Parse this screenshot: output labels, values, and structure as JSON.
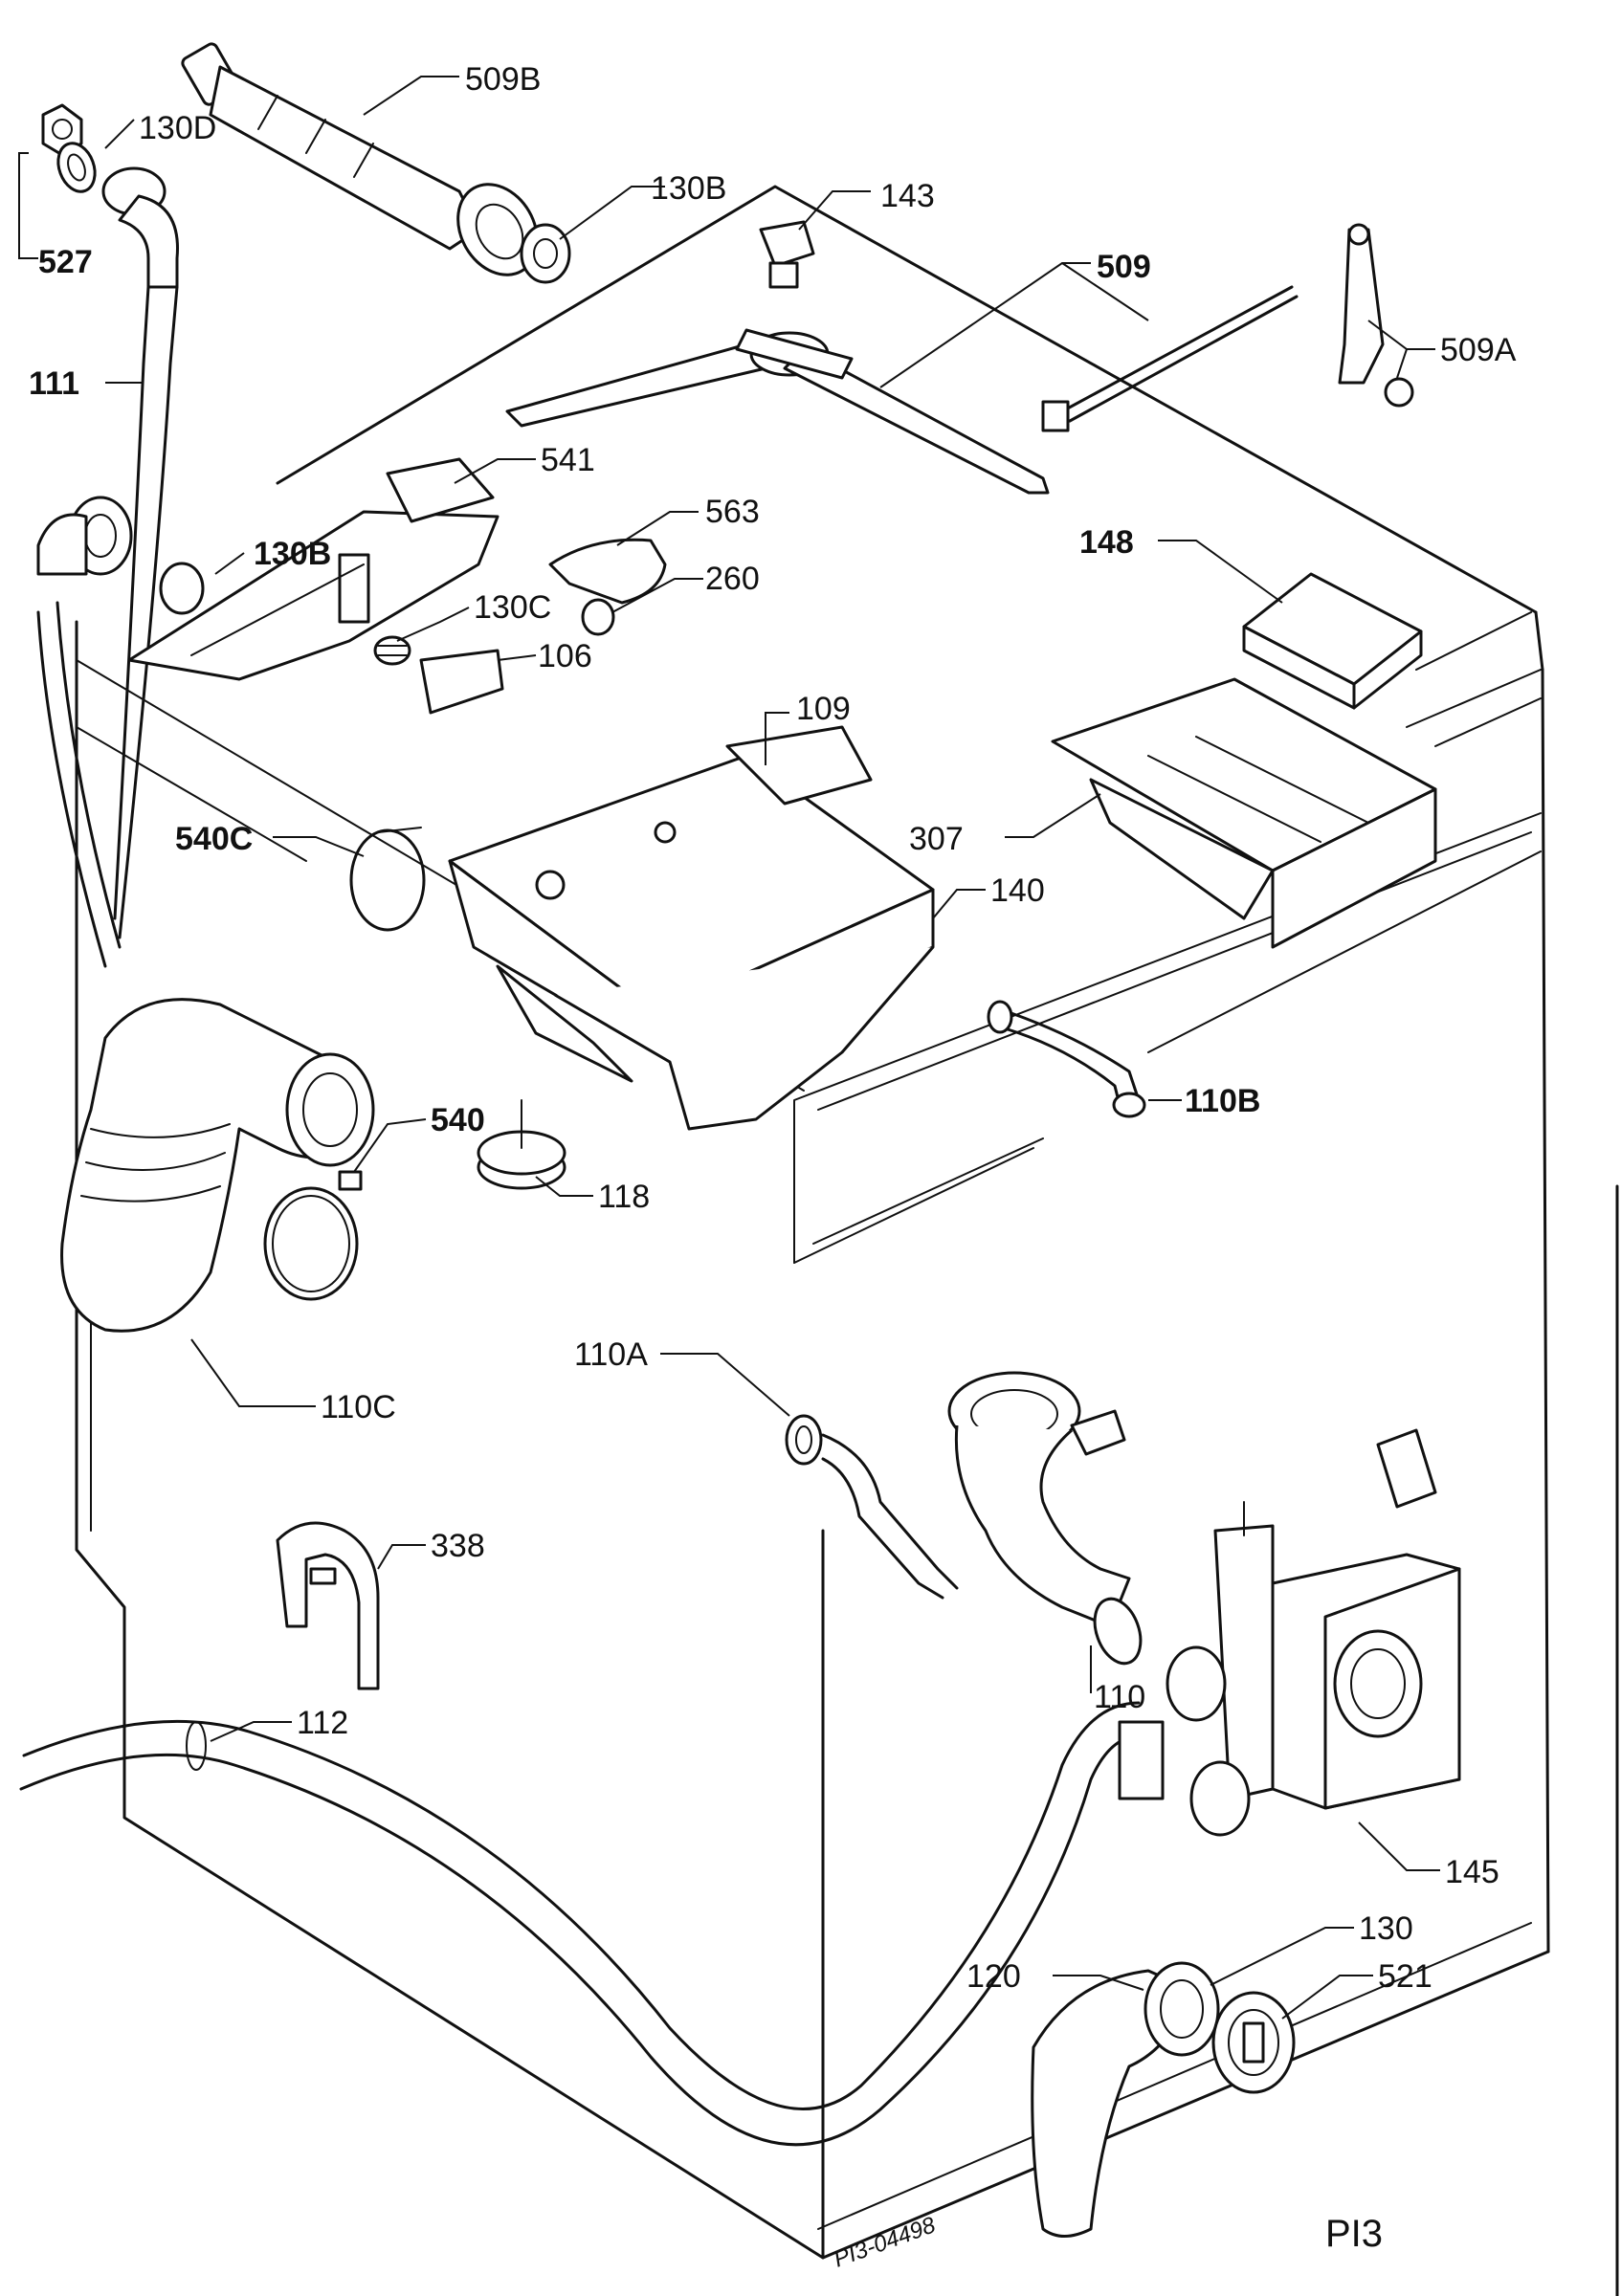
{
  "diagram": {
    "drawing_code": "PI3-04498",
    "page_label": "PI3",
    "parts": [
      {
        "id": "509",
        "label": "509"
      },
      {
        "id": "509B",
        "label": "509B"
      },
      {
        "id": "509A",
        "label": "509A"
      },
      {
        "id": "130D",
        "label": "130D"
      },
      {
        "id": "130B-top",
        "label": "130B"
      },
      {
        "id": "130B-mid",
        "label": "130B"
      },
      {
        "id": "130C",
        "label": "130C"
      },
      {
        "id": "130",
        "label": "130"
      },
      {
        "id": "527",
        "label": "527"
      },
      {
        "id": "143",
        "label": "143"
      },
      {
        "id": "111",
        "label": "111"
      },
      {
        "id": "541",
        "label": "541"
      },
      {
        "id": "563",
        "label": "563"
      },
      {
        "id": "260",
        "label": "260"
      },
      {
        "id": "106",
        "label": "106"
      },
      {
        "id": "148",
        "label": "148"
      },
      {
        "id": "109",
        "label": "109"
      },
      {
        "id": "307",
        "label": "307"
      },
      {
        "id": "140",
        "label": "140"
      },
      {
        "id": "540C",
        "label": "540C"
      },
      {
        "id": "540",
        "label": "540"
      },
      {
        "id": "118",
        "label": "118"
      },
      {
        "id": "110B",
        "label": "110B"
      },
      {
        "id": "110C",
        "label": "110C"
      },
      {
        "id": "110A",
        "label": "110A"
      },
      {
        "id": "110",
        "label": "110"
      },
      {
        "id": "338",
        "label": "338"
      },
      {
        "id": "112",
        "label": "112"
      },
      {
        "id": "145",
        "label": "145"
      },
      {
        "id": "120",
        "label": "120"
      },
      {
        "id": "521",
        "label": "521"
      }
    ]
  }
}
